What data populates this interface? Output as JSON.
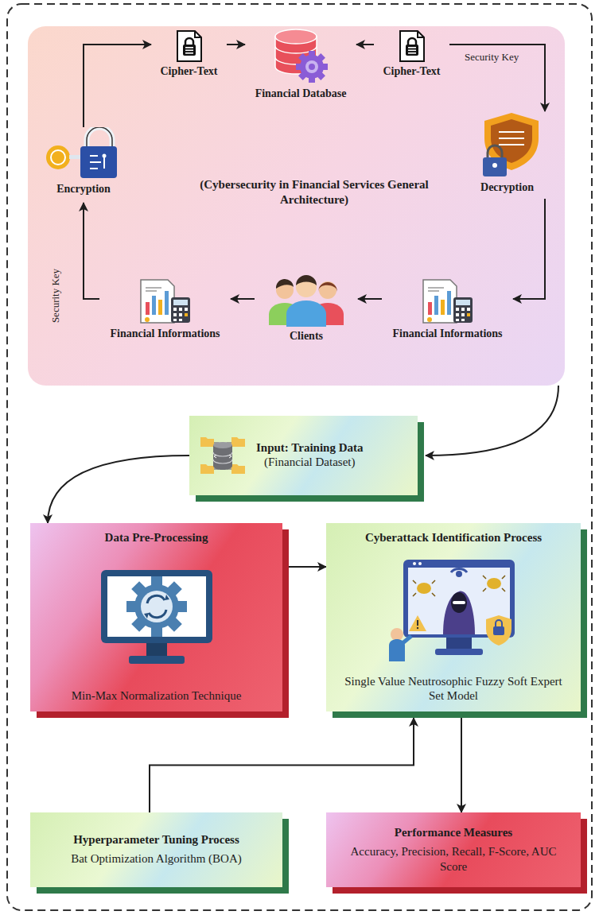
{
  "diagram": {
    "nodes": [
      {
        "text": [
          "(Cybersecurity in Financial Services General Architecture)"
        ]
      },
      {
        "text": [
          "Cipher-Text"
        ],
        "in": 0
      },
      {
        "text": [
          "Financial Database"
        ],
        "in": 0
      },
      {
        "text": [
          "Cipher-Text"
        ],
        "in": 0
      },
      {
        "text": [
          "Encryption"
        ],
        "in": 0
      },
      {
        "text": [
          "Decryption"
        ],
        "in": 0
      },
      {
        "text": [
          "Financial Informations"
        ],
        "in": 0
      },
      {
        "text": [
          "Clients"
        ],
        "in": 0
      },
      {
        "text": [
          "Financial Informations"
        ],
        "in": 0
      },
      {
        "text": [
          "Input: Training Data",
          "(Financial Dataset)"
        ]
      },
      {
        "text": [
          "Data Pre-Processing",
          "Min-Max Normalization Technique"
        ]
      },
      {
        "text": [
          "Cyberattack Identification Process",
          "Single Value Neutrosophic Fuzzy Soft Expert Set Model"
        ]
      },
      {
        "text": [
          "Hyperparameter Tuning Process",
          "Bat Optimization Algorithm (BOA)"
        ]
      },
      {
        "text": [
          "Performance Measures",
          "Accuracy, Precision, Recall, F-Score, AUC Score"
        ]
      }
    ],
    "edges": [
      {
        "from": 4,
        "to": 1,
        "arrow": "to"
      },
      {
        "from": 1,
        "to": 2,
        "arrow": "to"
      },
      {
        "from": 3,
        "to": 2,
        "arrow": "to"
      },
      {
        "from": 3,
        "to": 5,
        "arrow": "to"
      },
      {
        "from": 5,
        "to": 8,
        "arrow": "to"
      },
      {
        "from": 8,
        "to": 7,
        "arrow": "to"
      },
      {
        "from": 7,
        "to": 6,
        "arrow": "to"
      },
      {
        "from": 6,
        "to": 4,
        "arrow": "to"
      },
      {
        "from": 0,
        "to": 9,
        "arrow": "to"
      },
      {
        "from": 9,
        "to": 10,
        "arrow": "to"
      },
      {
        "from": 10,
        "to": 11,
        "arrow": "to"
      },
      {
        "from": 12,
        "to": 11,
        "arrow": "to"
      },
      {
        "from": 11,
        "to": 13,
        "arrow": "to"
      }
    ],
    "labels": [
      "Security Key",
      "Security Key"
    ]
  }
}
